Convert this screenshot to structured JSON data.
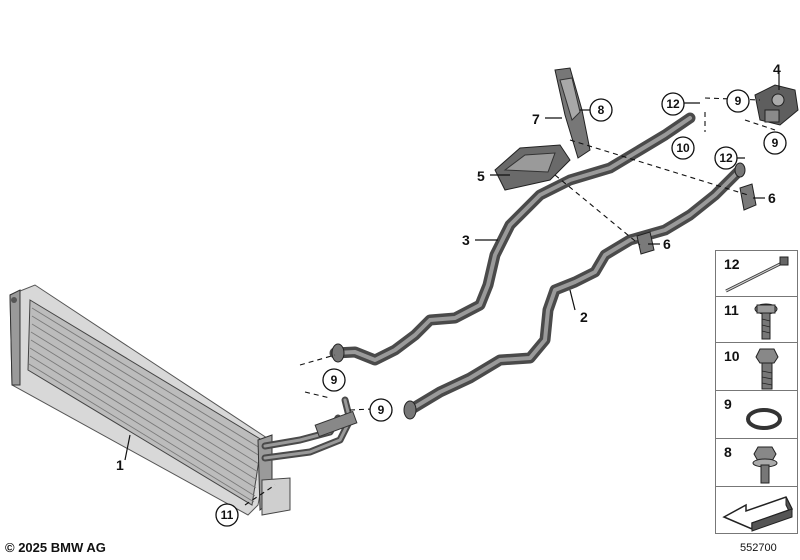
{
  "callouts": {
    "c1": "1",
    "c2": "2",
    "c3": "3",
    "c4": "4",
    "c5": "5",
    "c6a": "6",
    "c6b": "6",
    "c7": "7",
    "c8": "8",
    "c9a": "9",
    "c9b": "9",
    "c9c": "9",
    "c9d": "9",
    "c10": "10",
    "c11": "11",
    "c12a": "12",
    "c12b": "12"
  },
  "parts_panel": [
    {
      "number": "12",
      "icon": "cable-tie-icon"
    },
    {
      "number": "11",
      "icon": "flange-screw-icon"
    },
    {
      "number": "10",
      "icon": "hex-bolt-icon"
    },
    {
      "number": "9",
      "icon": "o-ring-icon"
    },
    {
      "number": "8",
      "icon": "collar-screw-icon"
    },
    {
      "number": "",
      "icon": "direction-arrow-icon"
    }
  ],
  "footer": {
    "copyright": "© 2025 BMW AG",
    "diagram_id": "552700"
  },
  "colors": {
    "line": "#111111",
    "part_dark": "#4a4a4a",
    "part_light": "#bdbdbd"
  }
}
